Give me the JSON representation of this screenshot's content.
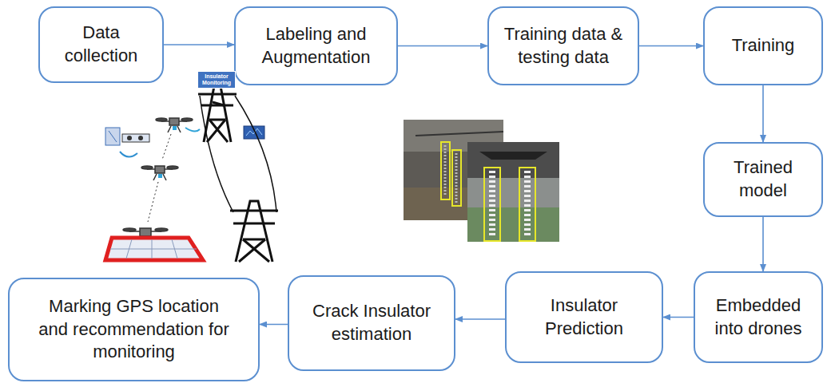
{
  "diagram": {
    "nodes": [
      {
        "text": [
          "Data collection"
        ]
      },
      {
        "text": [
          "Labeling and Augmentation"
        ]
      },
      {
        "text": [
          "Training data & testing data"
        ]
      },
      {
        "text": [
          "Training"
        ]
      },
      {
        "text": [
          "Trained model"
        ]
      },
      {
        "text": [
          "Embedded into drones"
        ]
      },
      {
        "text": [
          "Insulator Prediction"
        ]
      },
      {
        "text": [
          "Crack Insulator estimation"
        ]
      },
      {
        "text": [
          "Marking GPS location and recommendation for monitoring"
        ]
      }
    ],
    "edges": [
      {
        "from": 0,
        "to": 1,
        "arrow": "to"
      },
      {
        "from": 1,
        "to": 2,
        "arrow": "to"
      },
      {
        "from": 2,
        "to": 3,
        "arrow": "to"
      },
      {
        "from": 3,
        "to": 4,
        "arrow": "to"
      },
      {
        "from": 4,
        "to": 5,
        "arrow": "to"
      },
      {
        "from": 5,
        "to": 6,
        "arrow": "to"
      },
      {
        "from": 6,
        "to": 7,
        "arrow": "to"
      },
      {
        "from": 7,
        "to": 8,
        "arrow": "to"
      }
    ],
    "labels": [
      "Insulator Monitoring"
    ]
  }
}
